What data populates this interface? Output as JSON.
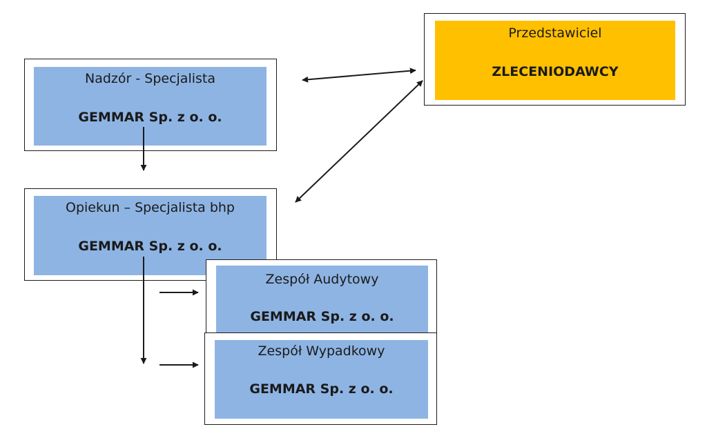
{
  "colors": {
    "blue_fill": "#8eb4e3",
    "gold_fill": "#ffc000",
    "border": "#1a1a1a",
    "arrow": "#1a1a1a"
  },
  "nodes": {
    "nadzor": {
      "role": "Nadzór - Specjalista",
      "org": "GEMMAR Sp. z o. o."
    },
    "przedstawiciel": {
      "role": "Przedstawiciel",
      "org": "ZLECENIODAWCY"
    },
    "opiekun": {
      "role": "Opiekun – Specjalista bhp",
      "org": "GEMMAR Sp. z o. o."
    },
    "audytowy": {
      "role": "Zespół Audytowy",
      "org": "GEMMAR Sp. z o. o."
    },
    "wypadkowy": {
      "role": "Zespół Wypadkowy",
      "org": "GEMMAR Sp. z o. o."
    }
  }
}
